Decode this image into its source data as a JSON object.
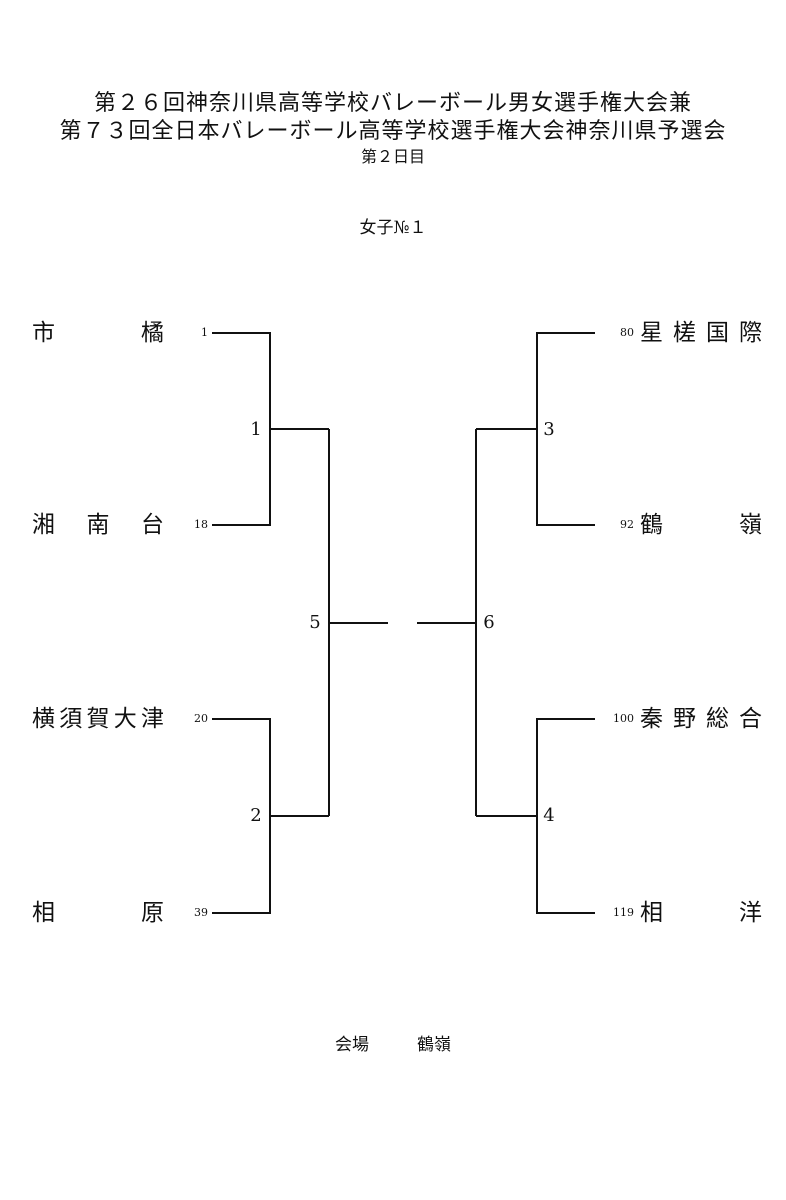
{
  "header": {
    "line1": "第２６回神奈川県高等学校バレーボール男女選手権大会兼",
    "line2": "第７３回全日本バレーボール高等学校選手権大会神奈川県予選会",
    "day": "第２日目"
  },
  "division": "女子№１",
  "left_teams": [
    {
      "name": "市橘",
      "seed": "1"
    },
    {
      "name": "湘南台",
      "seed": "18"
    },
    {
      "name": "横須賀大津",
      "seed": "20"
    },
    {
      "name": "相原",
      "seed": "39"
    }
  ],
  "right_teams": [
    {
      "name": "星槎国際",
      "seed": "80"
    },
    {
      "name": "鶴嶺",
      "seed": "92"
    },
    {
      "name": "秦野総合",
      "seed": "100"
    },
    {
      "name": "相洋",
      "seed": "119"
    }
  ],
  "matches": {
    "m1": "1",
    "m2": "2",
    "m3": "3",
    "m4": "4",
    "m5": "5",
    "m6": "6"
  },
  "venue": {
    "label": "会場",
    "name": "鶴嶺"
  }
}
